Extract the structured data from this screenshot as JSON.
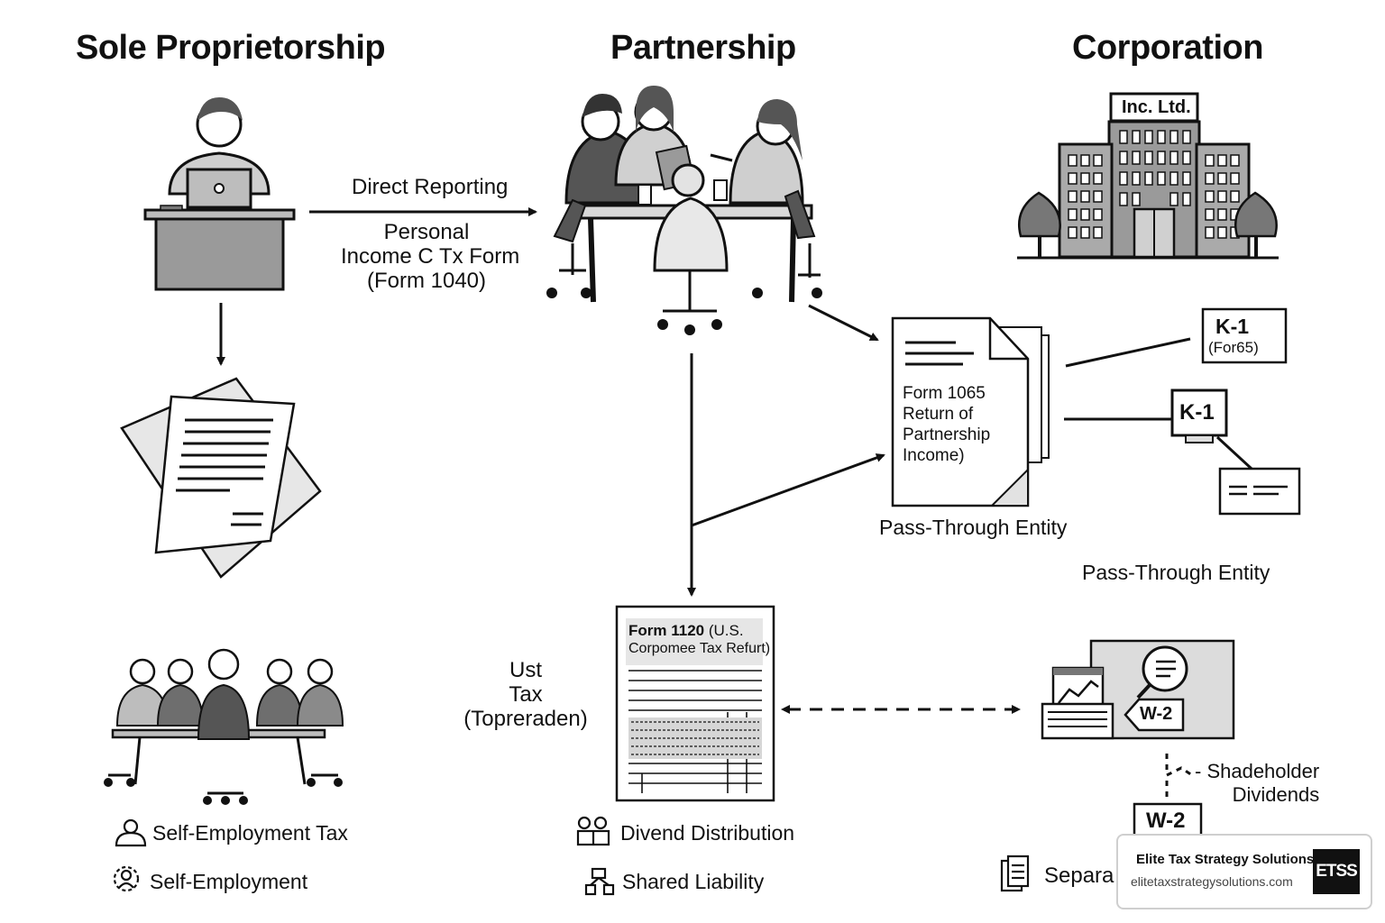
{
  "headings": {
    "sole": "Sole Proprietorship",
    "partnership": "Partnership",
    "corporation": "Corporation"
  },
  "sole": {
    "flow_label": "Direct Reporting",
    "form_label": [
      "Personal",
      "Income C Tx Form",
      "(Form 1040)"
    ],
    "items": [
      "Self-Employment Tax",
      "Self-Employment"
    ]
  },
  "corporation": {
    "building_sign": "Inc. Ltd.",
    "k1_a": {
      "title": "K-1",
      "sub": "(For65)"
    },
    "k1_b": {
      "title": "K-1"
    },
    "pass_through": "Pass-Through Entity",
    "w2_inner": "W-2",
    "w2_lower": "W-2",
    "dividends": [
      "- Shadeholder",
      "Dividends"
    ],
    "bottom_item": "Separa"
  },
  "partnership": {
    "form1065": [
      "Form 1065",
      "Return of",
      "Partnership",
      "Income)"
    ],
    "pass_through": "Pass-Through Entity",
    "form1120": {
      "title": "Form 1120",
      "rest": " (U.S.",
      "line2": "Corpomee Tax Refurt)"
    },
    "tax_label": [
      "Ust",
      "Tax",
      "(Topreraden)"
    ],
    "items": [
      "Divend Distribution",
      "Shared Liability"
    ]
  },
  "brand": {
    "name": "Elite Tax Strategy Solutions",
    "url": "elitetaxstrategysolutions.com",
    "logo": "ETSS"
  },
  "icons": [
    "person-icon",
    "gear-person-icon",
    "group-icon",
    "network-icon",
    "document-icon",
    "laptop-icon",
    "building-icon",
    "tree-icon",
    "chart-icon",
    "magnifier-icon"
  ],
  "colors": {
    "ink": "#111111",
    "gray": "#9a9a9a",
    "light": "#d9d9d9",
    "paper": "#ffffff"
  }
}
